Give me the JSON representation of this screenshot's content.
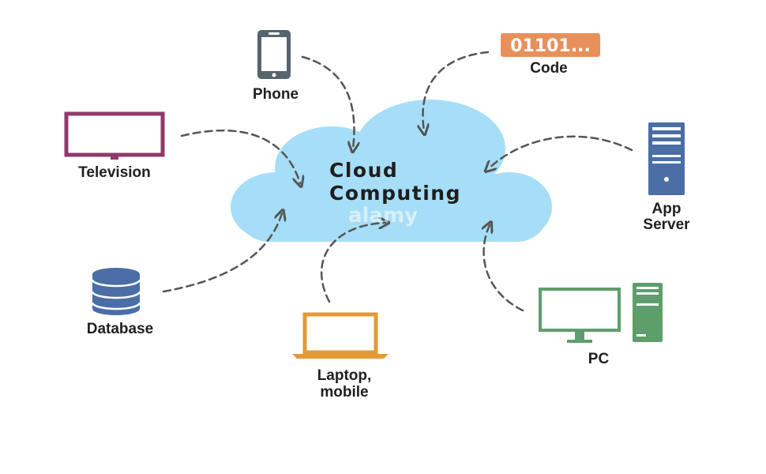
{
  "cloud": {
    "title_line1": "Cloud",
    "title_line2": "Computing"
  },
  "nodes": {
    "phone": "Phone",
    "code": "Code",
    "code_value": "01101...",
    "television": "Television",
    "app_server_line1": "App",
    "app_server_line2": "Server",
    "database": "Database",
    "laptop_line1": "Laptop,",
    "laptop_line2": "mobile",
    "pc": "PC"
  },
  "watermark": "alamy",
  "colors": {
    "cloud": "#a6def7",
    "arrows": "#555555",
    "phone": "#56656d",
    "code": "#e8905c",
    "television": "#8f3a6b",
    "app_server": "#4a6ea6",
    "database": "#4a6ea6",
    "laptop": "#e39a35",
    "pc": "#5e9e6b"
  },
  "icons": [
    "phone-icon",
    "code-badge-icon",
    "television-icon",
    "server-icon",
    "database-icon",
    "laptop-icon",
    "monitor-icon",
    "tower-icon"
  ]
}
